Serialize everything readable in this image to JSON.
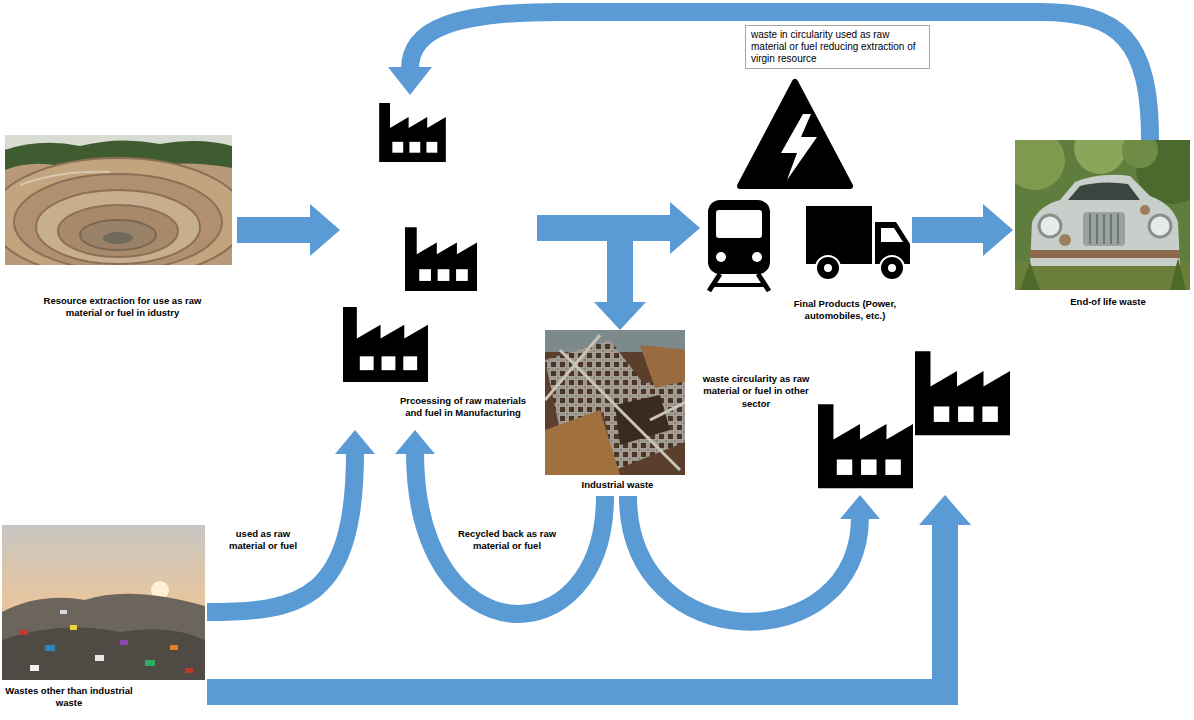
{
  "diagram": {
    "nodes": [
      {
        "text": [
          "Resource extraction for use as raw material or fuel in idustry"
        ]
      },
      {
        "text": [
          "Prcoessing of raw materials and fuel in Manufacturing"
        ]
      },
      {
        "text": [
          "Final Products (Power, automobiles, etc.)"
        ]
      },
      {
        "text": [
          "End-of life waste"
        ]
      },
      {
        "text": [
          "Industrial waste"
        ]
      },
      {
        "text": [
          "Wastes other than industrial waste"
        ]
      },
      {
        "text": [
          "waste circularity as raw material or fuel in other sector"
        ]
      }
    ],
    "edges": [
      {
        "from": 0,
        "to": 1,
        "arrow": "to"
      },
      {
        "from": 1,
        "to": 2,
        "arrow": "to"
      },
      {
        "from": 1,
        "to": 4,
        "arrow": "to"
      },
      {
        "from": 2,
        "to": 3,
        "arrow": "to"
      },
      {
        "from": 3,
        "to": 1,
        "arrow": "to",
        "label": "waste in circularity used as raw material or fuel reducing extraction of virgin resource"
      },
      {
        "from": 4,
        "to": 1,
        "arrow": "to",
        "label": "Recycled back as raw material or fuel"
      },
      {
        "from": 4,
        "to": 6,
        "arrow": "to"
      },
      {
        "from": 5,
        "to": 1,
        "arrow": "to",
        "label": "used as raw material or fuel"
      },
      {
        "from": 5,
        "to": 6,
        "arrow": "to"
      }
    ]
  }
}
